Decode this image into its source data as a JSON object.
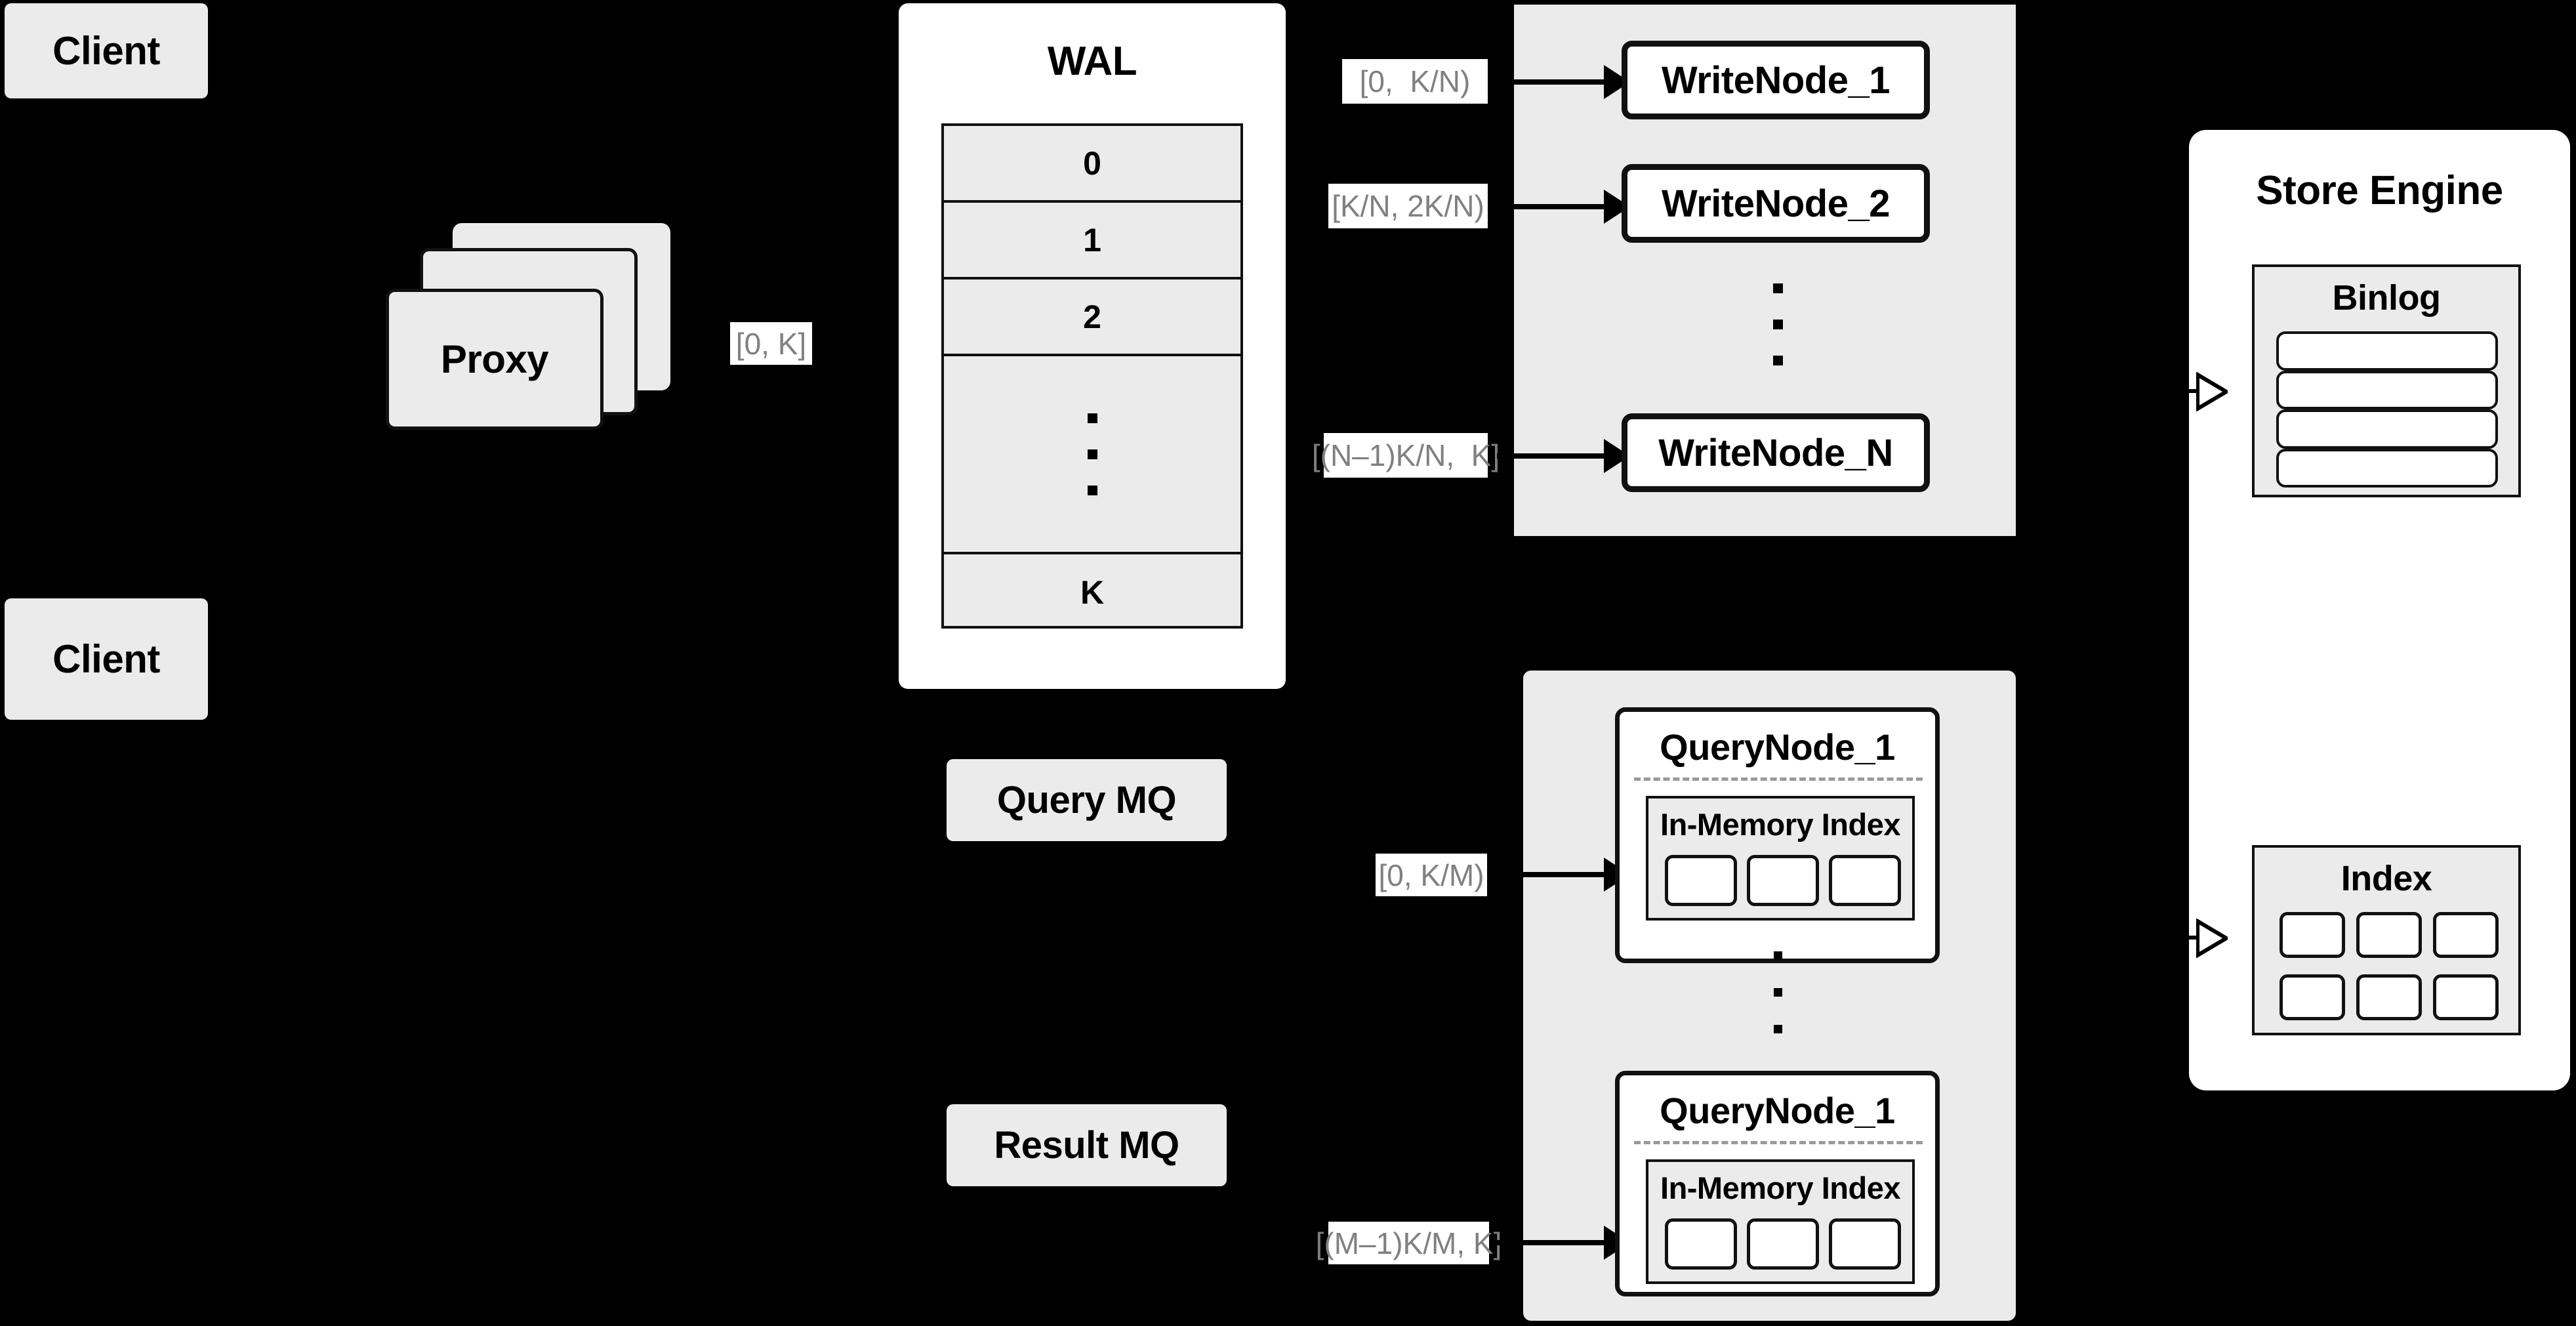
{
  "diagram": {
    "title": "Distributed write/query architecture",
    "background_color": "#000000",
    "box_fill": "#ebebeb",
    "panel_fill": "#ffffff",
    "stroke_color": "#111111",
    "label_text_color": "#808080"
  },
  "clients": [
    {
      "label": "Client"
    },
    {
      "label": "Client"
    }
  ],
  "proxy": {
    "label": "Proxy",
    "stack_count": 3
  },
  "wal": {
    "title": "WAL",
    "rows": [
      "0",
      "1",
      "2",
      "⋮",
      "K"
    ],
    "ellipsis_row_index": 3
  },
  "write_group": {
    "nodes": [
      {
        "label": "WriteNode_1"
      },
      {
        "label": "WriteNode_2"
      },
      {
        "label": "WriteNode_N"
      }
    ],
    "ellipsis": "⋮"
  },
  "query_group": {
    "nodes": [
      {
        "label": "QueryNode_1",
        "index_title": "In-Memory Index",
        "chip_count": 3
      },
      {
        "label": "QueryNode_1",
        "index_title": "In-Memory Index",
        "chip_count": 3
      }
    ],
    "ellipsis": "⋮"
  },
  "queues": [
    {
      "label": "Query MQ"
    },
    {
      "label": "Result MQ"
    }
  ],
  "store_engine": {
    "title": "Store Engine",
    "binlog": {
      "title": "Binlog",
      "bar_count": 4
    },
    "index": {
      "title": "Index",
      "chip_count": 6
    }
  },
  "range_labels": {
    "proxy_to_wal": "[0, K]",
    "write_1": "[0,  K/N)",
    "write_2": "[K/N, 2K/N)",
    "write_n": "[(N–1)K/N,  K]",
    "query_1": "[0, K/M)",
    "query_m": "[(M–1)K/M, K]"
  }
}
